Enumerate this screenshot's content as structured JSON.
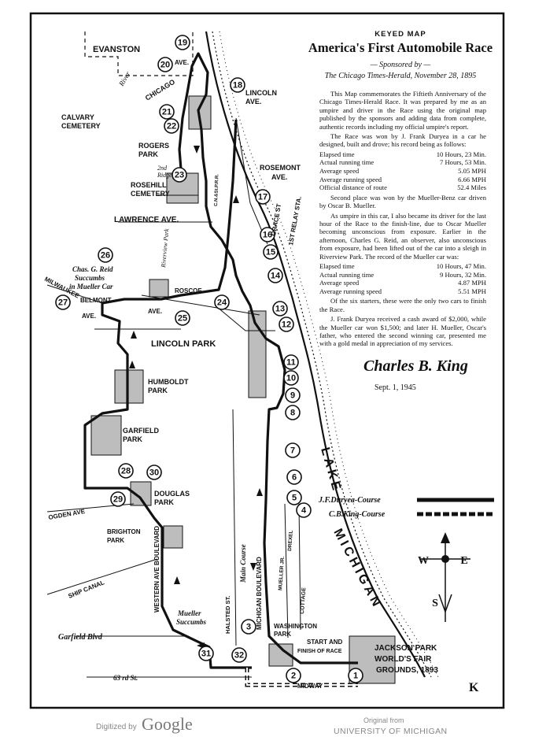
{
  "header": {
    "keyed_map": "KEYED MAP",
    "title": "America's First Automobile Race",
    "sponsored": "— Sponsored by —",
    "paper": "The Chicago Times-Herald, November 28, 1895"
  },
  "text": {
    "p1": "This Map commemorates the Fiftieth Anniversary of the Chicago Times-Herald Race. It was prepared by me as an umpire and driver in the Race using the original map published by the sponsors and adding data from complete, authentic records including my official umpire's report.",
    "p2": "The Race was won by J. Frank Duryea in a car he designed, built and drove; his record being as follows:",
    "duryea_record": [
      {
        "label": "Elapsed time",
        "value": "10 Hours, 23 Min."
      },
      {
        "label": "Actual running time",
        "value": "7 Hours, 53 Min."
      },
      {
        "label": "Average speed",
        "value": "5.05 MPH"
      },
      {
        "label": "Average running speed",
        "value": "6.66 MPH"
      },
      {
        "label": "Official distance of route",
        "value": "52.4 Miles"
      }
    ],
    "p3": "Second place was won by the Mueller-Benz car driven by Oscar B. Mueller.",
    "p4": "As umpire in this car, I also became its driver for the last hour of the Race to the finish-line, due to Oscar Mueller becoming unconscious from exposure. Earlier in the afternoon, Charles G. Reid, an observer, also unconscious from exposure, had been lifted out of the car into a sleigh in Riverview Park. The record of the Mueller car was:",
    "mueller_record": [
      {
        "label": "Elapsed time",
        "value": "10 Hours, 47 Min."
      },
      {
        "label": "Actual running time",
        "value": "9 Hours, 32 Min."
      },
      {
        "label": "Average speed",
        "value": "4.87 MPH"
      },
      {
        "label": "Average running speed",
        "value": "5.51 MPH"
      }
    ],
    "p5": "Of the six starters, these were the only two cars to finish the Race.",
    "p6": "J. Frank Duryea received a cash award of $2,000, while the Mueller car won $1,500; and later H. Mueller, Oscar's father, who entered the second winning car, presented me with a gold medal in appreciation of my services.",
    "signature": "Charles B. King",
    "date": "Sept. 1, 1945"
  },
  "legend": {
    "duryea": "J.F.Duryea-Course",
    "king": "C.B.King-Course"
  },
  "map_labels": {
    "evanston": "EVANSTON",
    "chicago_ave": "CHICAGO",
    "ave": "AVE.",
    "river": "River",
    "calvary": "CALVARY",
    "cemetery": "CEMETERY",
    "rogers": "ROGERS",
    "park": "PARK",
    "rosehill": "ROSEHILL",
    "rosehill_cem": "CEMETERY",
    "lincoln_ave": "LINCOLN",
    "lincoln_ave2": "AVE.",
    "rosemont": "ROSEMONT",
    "rosemont2": "AVE.",
    "grace_st": "GRACE ST",
    "relay": "1ST RELAY STA.",
    "cnwry": "C.N.&St.P.R.R.",
    "lawrence": "LAWRENCE AVE.",
    "reid1": "Chas. G. Reid",
    "reid2": "Succumbs",
    "reid3": "in Mueller Car",
    "roscoe": "ROSCOE",
    "riverview": "Riverview Park",
    "milwaukee": "MILWAUKEE",
    "milwaukee_ave": "AVE.",
    "belmont": "BELMONT",
    "belmont_ave": "AVE.",
    "lincoln_park": "LINCOLN PARK",
    "humboldt": "HUMBOLDT",
    "humboldt_park": "PARK",
    "garfield": "GARFIELD",
    "garfield_park": "PARK",
    "douglas": "DOUGLAS",
    "douglas_park": "PARK",
    "ogden": "OGDEN AVE",
    "brighton": "BRIGHTON",
    "brighton_park": "PARK",
    "ship_canal": "SHIP CANAL",
    "western": "WESTERN AVE BOULEVARD",
    "halsted": "HALSTED ST.",
    "main_course": "Main Course",
    "michigan": "MICHIGAN BOULEVARD",
    "mueller_jr": "MUELLER JR.",
    "cottage": "COTTAGE",
    "drexel": "DREXEL",
    "washington": "WASHINGTON",
    "washington_park": "PARK",
    "mueller_succ1": "Mueller",
    "mueller_succ2": "Succumbs",
    "garfield_blvd": "Garfield Blvd",
    "st63": "63 rd St.",
    "start1": "START AND",
    "start2": "FINISH OF RACE",
    "jackson1": "JACKSON PARK",
    "jackson2": "WORLD'S FAIR",
    "jackson3": "GROUNDS, 1893",
    "midway": "MIDWAY",
    "lake": "LAKE",
    "michigan_lake": "MICHIGAN",
    "stamp": "K",
    "compass_w": "W",
    "compass_e": "E",
    "compass_s": "S",
    "second": "2nd",
    "ridge": "Ridge"
  },
  "route_markers": [
    {
      "n": "1"
    },
    {
      "n": "2"
    },
    {
      "n": "3"
    },
    {
      "n": "4"
    },
    {
      "n": "5"
    },
    {
      "n": "6"
    },
    {
      "n": "7"
    },
    {
      "n": "8"
    },
    {
      "n": "9"
    },
    {
      "n": "10"
    },
    {
      "n": "11"
    },
    {
      "n": "12"
    },
    {
      "n": "13"
    },
    {
      "n": "14"
    },
    {
      "n": "15"
    },
    {
      "n": "16"
    },
    {
      "n": "17"
    },
    {
      "n": "18"
    },
    {
      "n": "19"
    },
    {
      "n": "20"
    },
    {
      "n": "21"
    },
    {
      "n": "22"
    },
    {
      "n": "23"
    },
    {
      "n": "24"
    },
    {
      "n": "25"
    },
    {
      "n": "26"
    },
    {
      "n": "27"
    },
    {
      "n": "28"
    },
    {
      "n": "29"
    },
    {
      "n": "30"
    },
    {
      "n": "31"
    },
    {
      "n": "32"
    }
  ],
  "footer": {
    "digitized": "Digitized by",
    "google": "Google",
    "original": "Original from",
    "university": "UNIVERSITY OF MICHIGAN"
  }
}
